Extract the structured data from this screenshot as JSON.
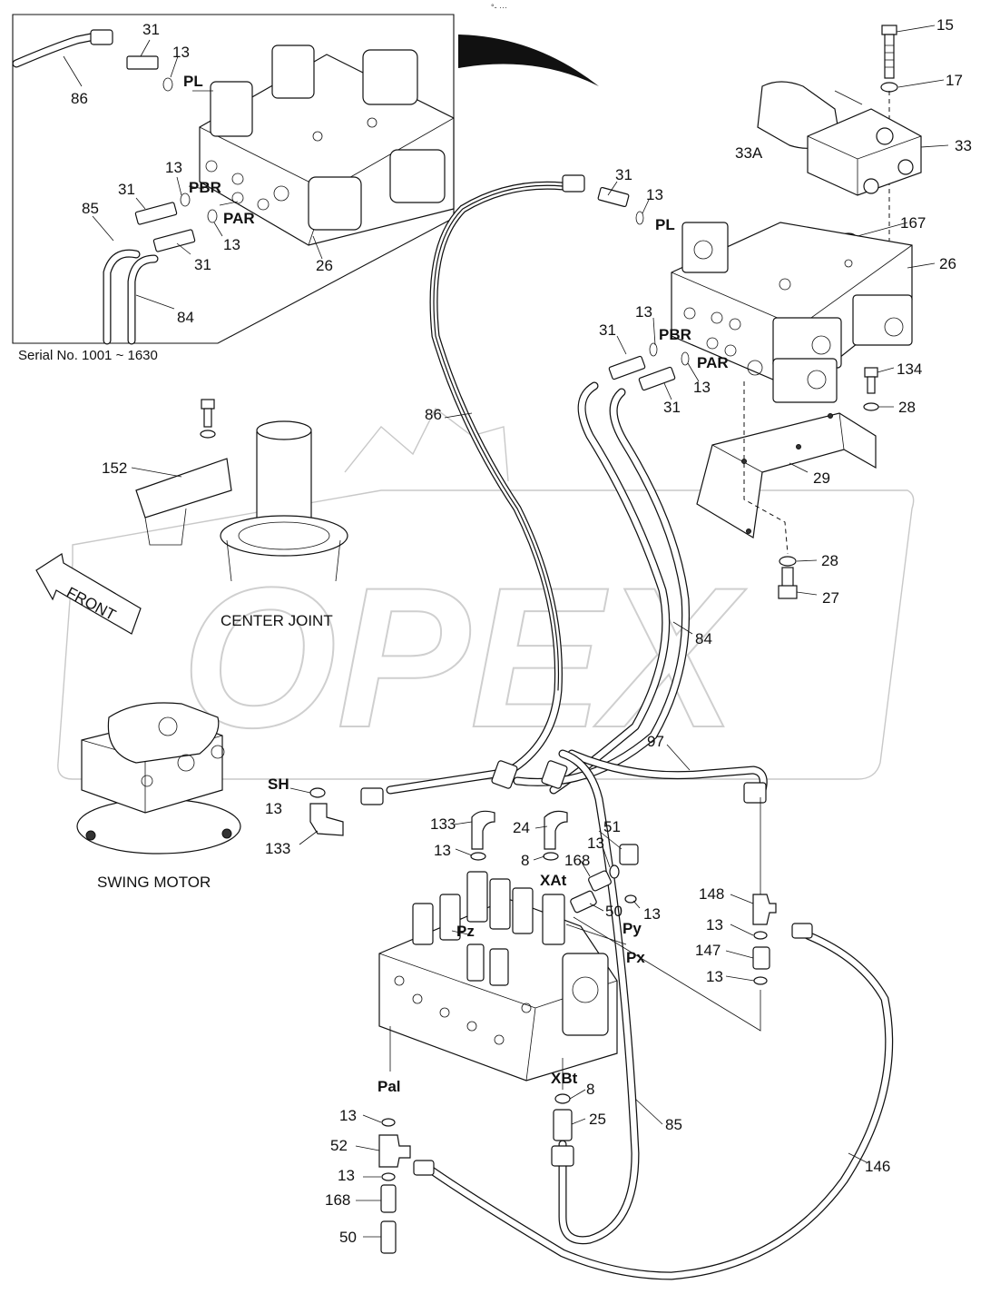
{
  "header": {
    "mark": "°- ···"
  },
  "inset": {
    "caption": "Serial No. 1001 ~ 1630"
  },
  "labels": {
    "inset": [
      "31",
      "13",
      "86",
      "13",
      "31",
      "85",
      "31",
      "13",
      "84",
      "26"
    ],
    "main": [
      "15",
      "17",
      "33",
      "33A",
      "167",
      "26",
      "31",
      "13",
      "13",
      "31",
      "13",
      "31",
      "134",
      "28",
      "86",
      "152",
      "29",
      "28",
      "27",
      "84",
      "97",
      "133",
      "13",
      "133",
      "24",
      "8",
      "168",
      "13",
      "51",
      "13",
      "148",
      "13",
      "50",
      "147",
      "13",
      "8",
      "25",
      "85",
      "146",
      "13",
      "52",
      "13",
      "168",
      "50",
      "13"
    ]
  },
  "ports": {
    "pl": "PL",
    "pbr": "PBR",
    "par": "PAR",
    "sh": "SH",
    "xat": "XAt",
    "pz": "Pz",
    "py": "Py",
    "px": "Px",
    "pal": "Pal",
    "xbt": "XBt"
  },
  "captions": {
    "center_joint": "CENTER JOINT",
    "swing_motor": "SWING MOTOR",
    "front": "FRONT"
  },
  "watermark": {
    "text": "OPEX"
  }
}
